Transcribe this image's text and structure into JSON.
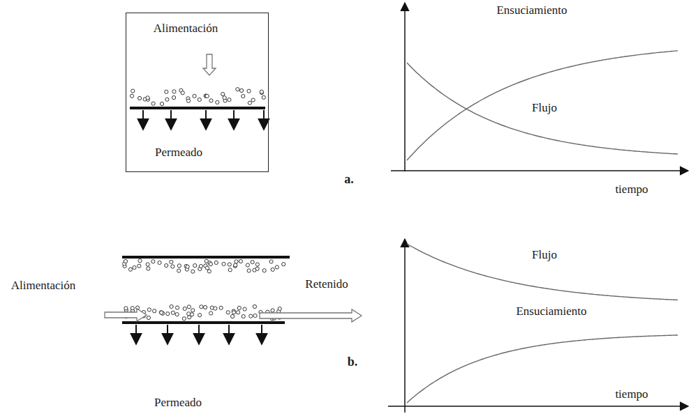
{
  "diagram": {
    "nodes": [
      {
        "text": [
          "Alimentación",
          "Permeado"
        ]
      }
    ],
    "labels": [
      "Ensuciamiento",
      "Flujo",
      "a.",
      "tiempo",
      "Alimentación",
      "Retenido",
      "Flujo",
      "Ensuciamiento",
      "b.",
      "Permeado",
      "tiempo"
    ]
  }
}
